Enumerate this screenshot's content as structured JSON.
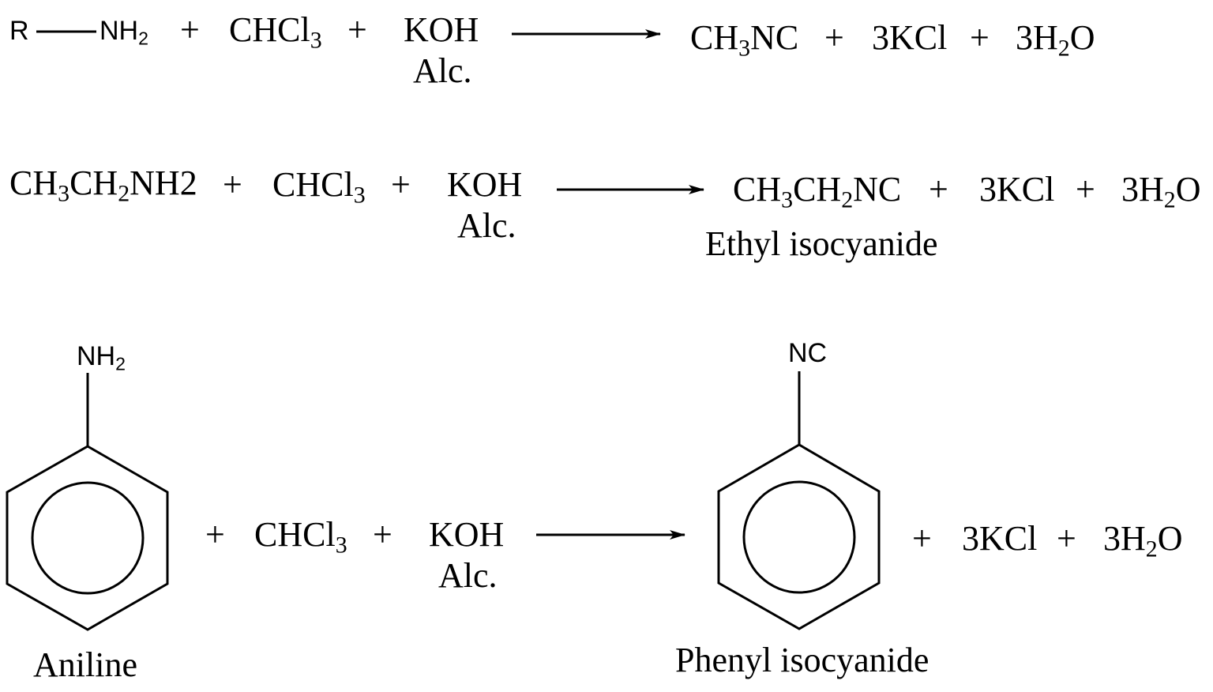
{
  "reaction1": {
    "r_label": "R",
    "amine_parts": [
      "NH",
      "2"
    ],
    "plus1": "+",
    "chcl3_parts": [
      "CHCl",
      "3"
    ],
    "plus2": "+",
    "koh": "KOH",
    "alc": "Alc.",
    "product_parts": [
      "CH",
      "3",
      "NC"
    ],
    "plus3": "+",
    "kcl": "3KCl",
    "plus4": "+",
    "water_parts": [
      "3H",
      "2",
      "O"
    ]
  },
  "reaction2": {
    "reactant_parts": [
      "CH",
      "3",
      "CH",
      "2",
      "NH2"
    ],
    "plus1": "+",
    "chcl3_parts": [
      "CHCl",
      "3"
    ],
    "plus2": "+",
    "koh": "KOH",
    "alc": "Alc.",
    "product_parts": [
      "CH",
      "3",
      "CH",
      "2",
      "NC"
    ],
    "plus3": "+",
    "kcl": "3KCl",
    "plus4": "+",
    "water_parts": [
      "3H",
      "2",
      "O"
    ],
    "product_name": "Ethyl isocyanide"
  },
  "reaction3": {
    "aniline_group_parts": [
      "NH",
      "2"
    ],
    "aniline_name": "Aniline",
    "plus1": "+",
    "chcl3_parts": [
      "CHCl",
      "3"
    ],
    "plus2": "+",
    "koh": "KOH",
    "alc": "Alc.",
    "product_group": "NC",
    "product_name": "Phenyl isocyanide",
    "plus3": "+",
    "kcl": "3KCl",
    "plus4": "+",
    "water_parts": [
      "3H",
      "2",
      "O"
    ]
  }
}
